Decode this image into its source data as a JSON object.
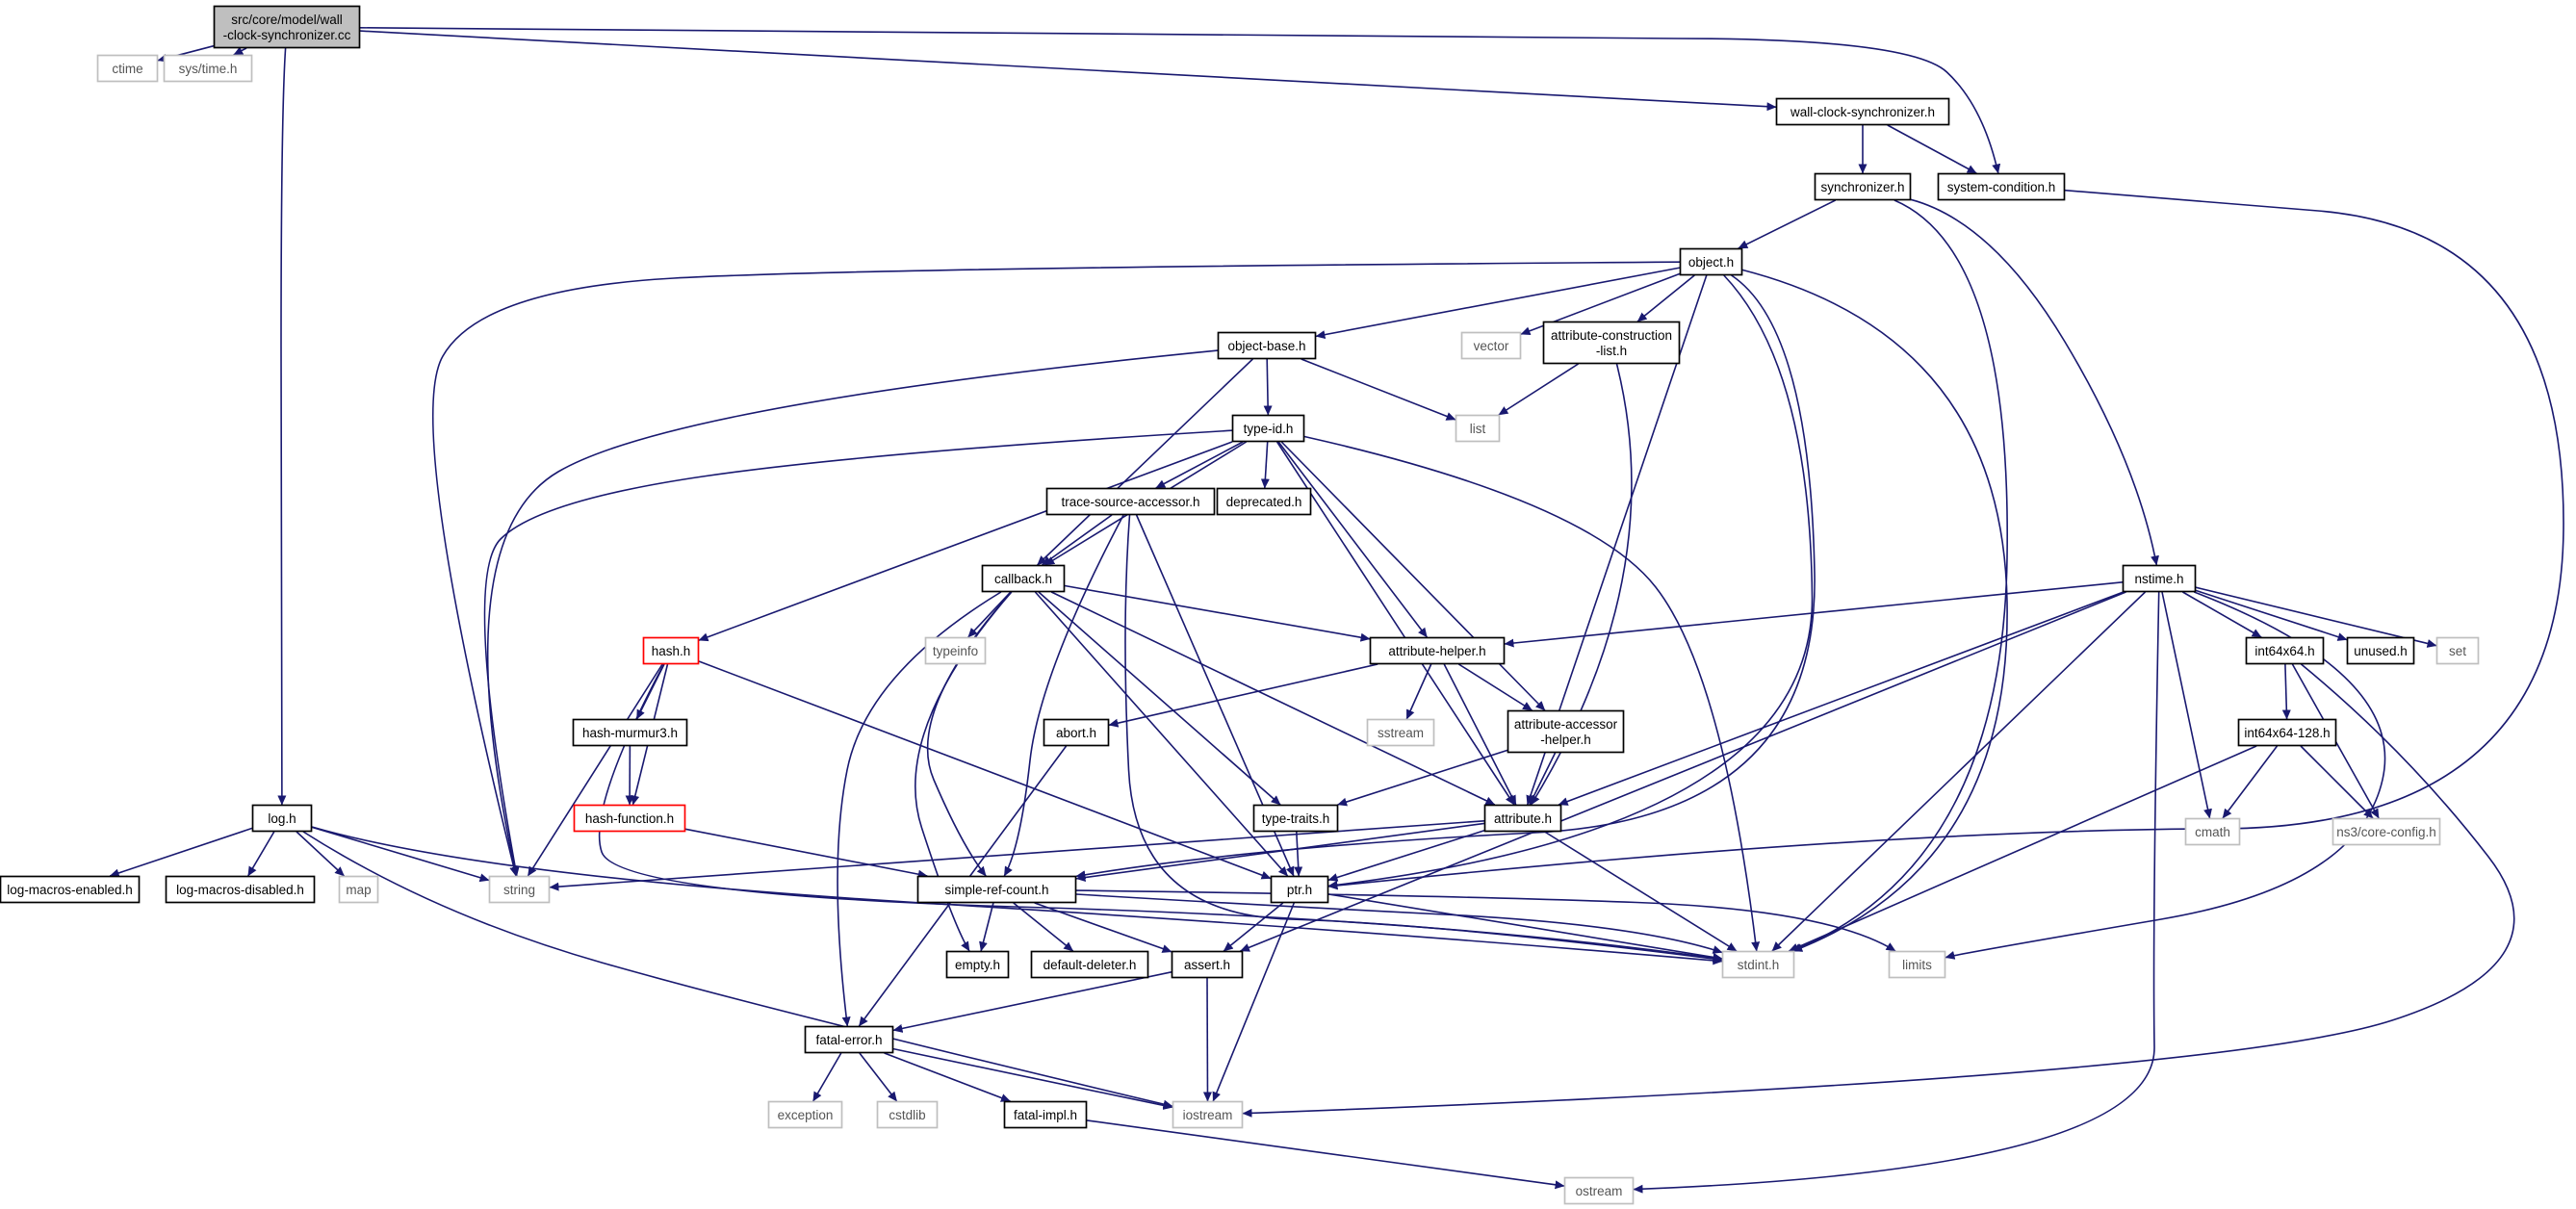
{
  "graph": {
    "title": "Include dependency graph for wall-clock-synchronizer.cc",
    "colors": {
      "edge": "#191970",
      "node_border": "#000000",
      "external_border": "#bfbfbf",
      "root_fill": "#bfbfbf",
      "warn_border": "#ff0000",
      "node_fill": "#ffffff"
    },
    "nodes": [
      {
        "id": "root",
        "lines": [
          "src/core/model/wall",
          "-clock-synchronizer.cc"
        ],
        "kind": "root"
      },
      {
        "id": "ctime",
        "lines": [
          "ctime"
        ],
        "kind": "external"
      },
      {
        "id": "systime",
        "lines": [
          "sys/time.h"
        ],
        "kind": "external"
      },
      {
        "id": "wcsh",
        "lines": [
          "wall-clock-synchronizer.h"
        ],
        "kind": "normal"
      },
      {
        "id": "synch",
        "lines": [
          "synchronizer.h"
        ],
        "kind": "normal"
      },
      {
        "id": "syscond",
        "lines": [
          "system-condition.h"
        ],
        "kind": "normal"
      },
      {
        "id": "object",
        "lines": [
          "object.h"
        ],
        "kind": "normal"
      },
      {
        "id": "objbase",
        "lines": [
          "object-base.h"
        ],
        "kind": "normal"
      },
      {
        "id": "vector",
        "lines": [
          "vector"
        ],
        "kind": "external"
      },
      {
        "id": "attrcons",
        "lines": [
          "attribute-construction",
          "-list.h"
        ],
        "kind": "normal"
      },
      {
        "id": "list",
        "lines": [
          "list"
        ],
        "kind": "external"
      },
      {
        "id": "typeid",
        "lines": [
          "type-id.h"
        ],
        "kind": "normal"
      },
      {
        "id": "tsa",
        "lines": [
          "trace-source-accessor.h"
        ],
        "kind": "normal"
      },
      {
        "id": "deprecated",
        "lines": [
          "deprecated.h"
        ],
        "kind": "normal"
      },
      {
        "id": "callback",
        "lines": [
          "callback.h"
        ],
        "kind": "normal"
      },
      {
        "id": "typeinfo",
        "lines": [
          "typeinfo"
        ],
        "kind": "external"
      },
      {
        "id": "nstime",
        "lines": [
          "nstime.h"
        ],
        "kind": "normal"
      },
      {
        "id": "hash",
        "lines": [
          "hash.h"
        ],
        "kind": "warn"
      },
      {
        "id": "attrhelper",
        "lines": [
          "attribute-helper.h"
        ],
        "kind": "normal"
      },
      {
        "id": "int64x64",
        "lines": [
          "int64x64.h"
        ],
        "kind": "normal"
      },
      {
        "id": "unused",
        "lines": [
          "unused.h"
        ],
        "kind": "normal"
      },
      {
        "id": "set",
        "lines": [
          "set"
        ],
        "kind": "external"
      },
      {
        "id": "sstream",
        "lines": [
          "sstream"
        ],
        "kind": "external"
      },
      {
        "id": "attracc",
        "lines": [
          "attribute-accessor",
          "-helper.h"
        ],
        "kind": "normal"
      },
      {
        "id": "murmur",
        "lines": [
          "hash-murmur3.h"
        ],
        "kind": "normal"
      },
      {
        "id": "abort",
        "lines": [
          "abort.h"
        ],
        "kind": "normal"
      },
      {
        "id": "int128",
        "lines": [
          "int64x64-128.h"
        ],
        "kind": "normal"
      },
      {
        "id": "logh",
        "lines": [
          "log.h"
        ],
        "kind": "normal"
      },
      {
        "id": "hashfn",
        "lines": [
          "hash-function.h"
        ],
        "kind": "warn"
      },
      {
        "id": "typetraits",
        "lines": [
          "type-traits.h"
        ],
        "kind": "normal"
      },
      {
        "id": "attribute",
        "lines": [
          "attribute.h"
        ],
        "kind": "normal"
      },
      {
        "id": "cmath",
        "lines": [
          "cmath"
        ],
        "kind": "external"
      },
      {
        "id": "nscfg",
        "lines": [
          "ns3/core-config.h"
        ],
        "kind": "external"
      },
      {
        "id": "logen",
        "lines": [
          "log-macros-enabled.h"
        ],
        "kind": "normal"
      },
      {
        "id": "logdis",
        "lines": [
          "log-macros-disabled.h"
        ],
        "kind": "normal"
      },
      {
        "id": "map",
        "lines": [
          "map"
        ],
        "kind": "external"
      },
      {
        "id": "string",
        "lines": [
          "string"
        ],
        "kind": "external"
      },
      {
        "id": "src",
        "lines": [
          "simple-ref-count.h"
        ],
        "kind": "normal"
      },
      {
        "id": "ptr",
        "lines": [
          "ptr.h"
        ],
        "kind": "normal"
      },
      {
        "id": "empty",
        "lines": [
          "empty.h"
        ],
        "kind": "normal"
      },
      {
        "id": "defdel",
        "lines": [
          "default-deleter.h"
        ],
        "kind": "normal"
      },
      {
        "id": "assert",
        "lines": [
          "assert.h"
        ],
        "kind": "normal"
      },
      {
        "id": "stdint",
        "lines": [
          "stdint.h"
        ],
        "kind": "external"
      },
      {
        "id": "limits",
        "lines": [
          "limits"
        ],
        "kind": "external"
      },
      {
        "id": "fatalerr",
        "lines": [
          "fatal-error.h"
        ],
        "kind": "normal"
      },
      {
        "id": "exception",
        "lines": [
          "exception"
        ],
        "kind": "external"
      },
      {
        "id": "cstdlib",
        "lines": [
          "cstdlib"
        ],
        "kind": "external"
      },
      {
        "id": "fatalimpl",
        "lines": [
          "fatal-impl.h"
        ],
        "kind": "normal"
      },
      {
        "id": "iostream",
        "lines": [
          "iostream"
        ],
        "kind": "external"
      },
      {
        "id": "ostream",
        "lines": [
          "ostream"
        ],
        "kind": "external"
      }
    ],
    "edges": [
      [
        "root",
        "ctime"
      ],
      [
        "root",
        "systime"
      ],
      [
        "root",
        "wcsh"
      ],
      [
        "root",
        "syscond"
      ],
      [
        "root",
        "logh"
      ],
      [
        "wcsh",
        "synch"
      ],
      [
        "wcsh",
        "syscond"
      ],
      [
        "synch",
        "object"
      ],
      [
        "synch",
        "nstime"
      ],
      [
        "synch",
        "stdint"
      ],
      [
        "syscond",
        "ptr"
      ],
      [
        "object",
        "objbase"
      ],
      [
        "object",
        "vector"
      ],
      [
        "object",
        "attrcons"
      ],
      [
        "object",
        "string"
      ],
      [
        "object",
        "attribute"
      ],
      [
        "object",
        "src"
      ],
      [
        "object",
        "ptr"
      ],
      [
        "object",
        "stdint"
      ],
      [
        "objbase",
        "typeid"
      ],
      [
        "objbase",
        "list"
      ],
      [
        "objbase",
        "callback"
      ],
      [
        "objbase",
        "string"
      ],
      [
        "attrcons",
        "list"
      ],
      [
        "attrcons",
        "attribute"
      ],
      [
        "typeid",
        "tsa"
      ],
      [
        "typeid",
        "deprecated"
      ],
      [
        "typeid",
        "callback"
      ],
      [
        "typeid",
        "hash"
      ],
      [
        "typeid",
        "string"
      ],
      [
        "typeid",
        "attrhelper"
      ],
      [
        "typeid",
        "attracc"
      ],
      [
        "typeid",
        "attribute"
      ],
      [
        "typeid",
        "stdint"
      ],
      [
        "tsa",
        "callback"
      ],
      [
        "tsa",
        "src"
      ],
      [
        "tsa",
        "ptr"
      ],
      [
        "tsa",
        "stdint"
      ],
      [
        "callback",
        "typeinfo"
      ],
      [
        "callback",
        "attrhelper"
      ],
      [
        "callback",
        "typetraits"
      ],
      [
        "callback",
        "attribute"
      ],
      [
        "callback",
        "ptr"
      ],
      [
        "callback",
        "src"
      ],
      [
        "callback",
        "empty"
      ],
      [
        "callback",
        "fatalerr"
      ],
      [
        "nstime",
        "attrhelper"
      ],
      [
        "nstime",
        "int64x64"
      ],
      [
        "nstime",
        "unused"
      ],
      [
        "nstime",
        "set"
      ],
      [
        "nstime",
        "cmath"
      ],
      [
        "nstime",
        "attribute"
      ],
      [
        "nstime",
        "assert"
      ],
      [
        "nstime",
        "stdint"
      ],
      [
        "nstime",
        "limits"
      ],
      [
        "nstime",
        "ostream"
      ],
      [
        "hash",
        "murmur"
      ],
      [
        "hash",
        "hashfn"
      ],
      [
        "hash",
        "string"
      ],
      [
        "hash",
        "ptr"
      ],
      [
        "hash",
        "stdint"
      ],
      [
        "murmur",
        "hashfn"
      ],
      [
        "hashfn",
        "src"
      ],
      [
        "attrhelper",
        "sstream"
      ],
      [
        "attrhelper",
        "attracc"
      ],
      [
        "attrhelper",
        "abort"
      ],
      [
        "attrhelper",
        "attribute"
      ],
      [
        "attracc",
        "typetraits"
      ],
      [
        "attracc",
        "attribute"
      ],
      [
        "int64x64",
        "int128"
      ],
      [
        "int64x64",
        "nscfg"
      ],
      [
        "int64x64",
        "iostream"
      ],
      [
        "int128",
        "cmath"
      ],
      [
        "int128",
        "nscfg"
      ],
      [
        "int128",
        "stdint"
      ],
      [
        "abort",
        "fatalerr"
      ],
      [
        "logh",
        "logen"
      ],
      [
        "logh",
        "logdis"
      ],
      [
        "logh",
        "map"
      ],
      [
        "logh",
        "string"
      ],
      [
        "logh",
        "iostream"
      ],
      [
        "logh",
        "stdint"
      ],
      [
        "typetraits",
        "ptr"
      ],
      [
        "attribute",
        "string"
      ],
      [
        "attribute",
        "ptr"
      ],
      [
        "attribute",
        "src"
      ],
      [
        "attribute",
        "stdint"
      ],
      [
        "src",
        "empty"
      ],
      [
        "src",
        "defdel"
      ],
      [
        "src",
        "assert"
      ],
      [
        "src",
        "stdint"
      ],
      [
        "src",
        "limits"
      ],
      [
        "ptr",
        "assert"
      ],
      [
        "ptr",
        "iostream"
      ],
      [
        "ptr",
        "stdint"
      ],
      [
        "assert",
        "fatalerr"
      ],
      [
        "assert",
        "iostream"
      ],
      [
        "fatalerr",
        "exception"
      ],
      [
        "fatalerr",
        "cstdlib"
      ],
      [
        "fatalerr",
        "fatalimpl"
      ],
      [
        "fatalerr",
        "iostream"
      ],
      [
        "fatalimpl",
        "ostream"
      ]
    ]
  }
}
